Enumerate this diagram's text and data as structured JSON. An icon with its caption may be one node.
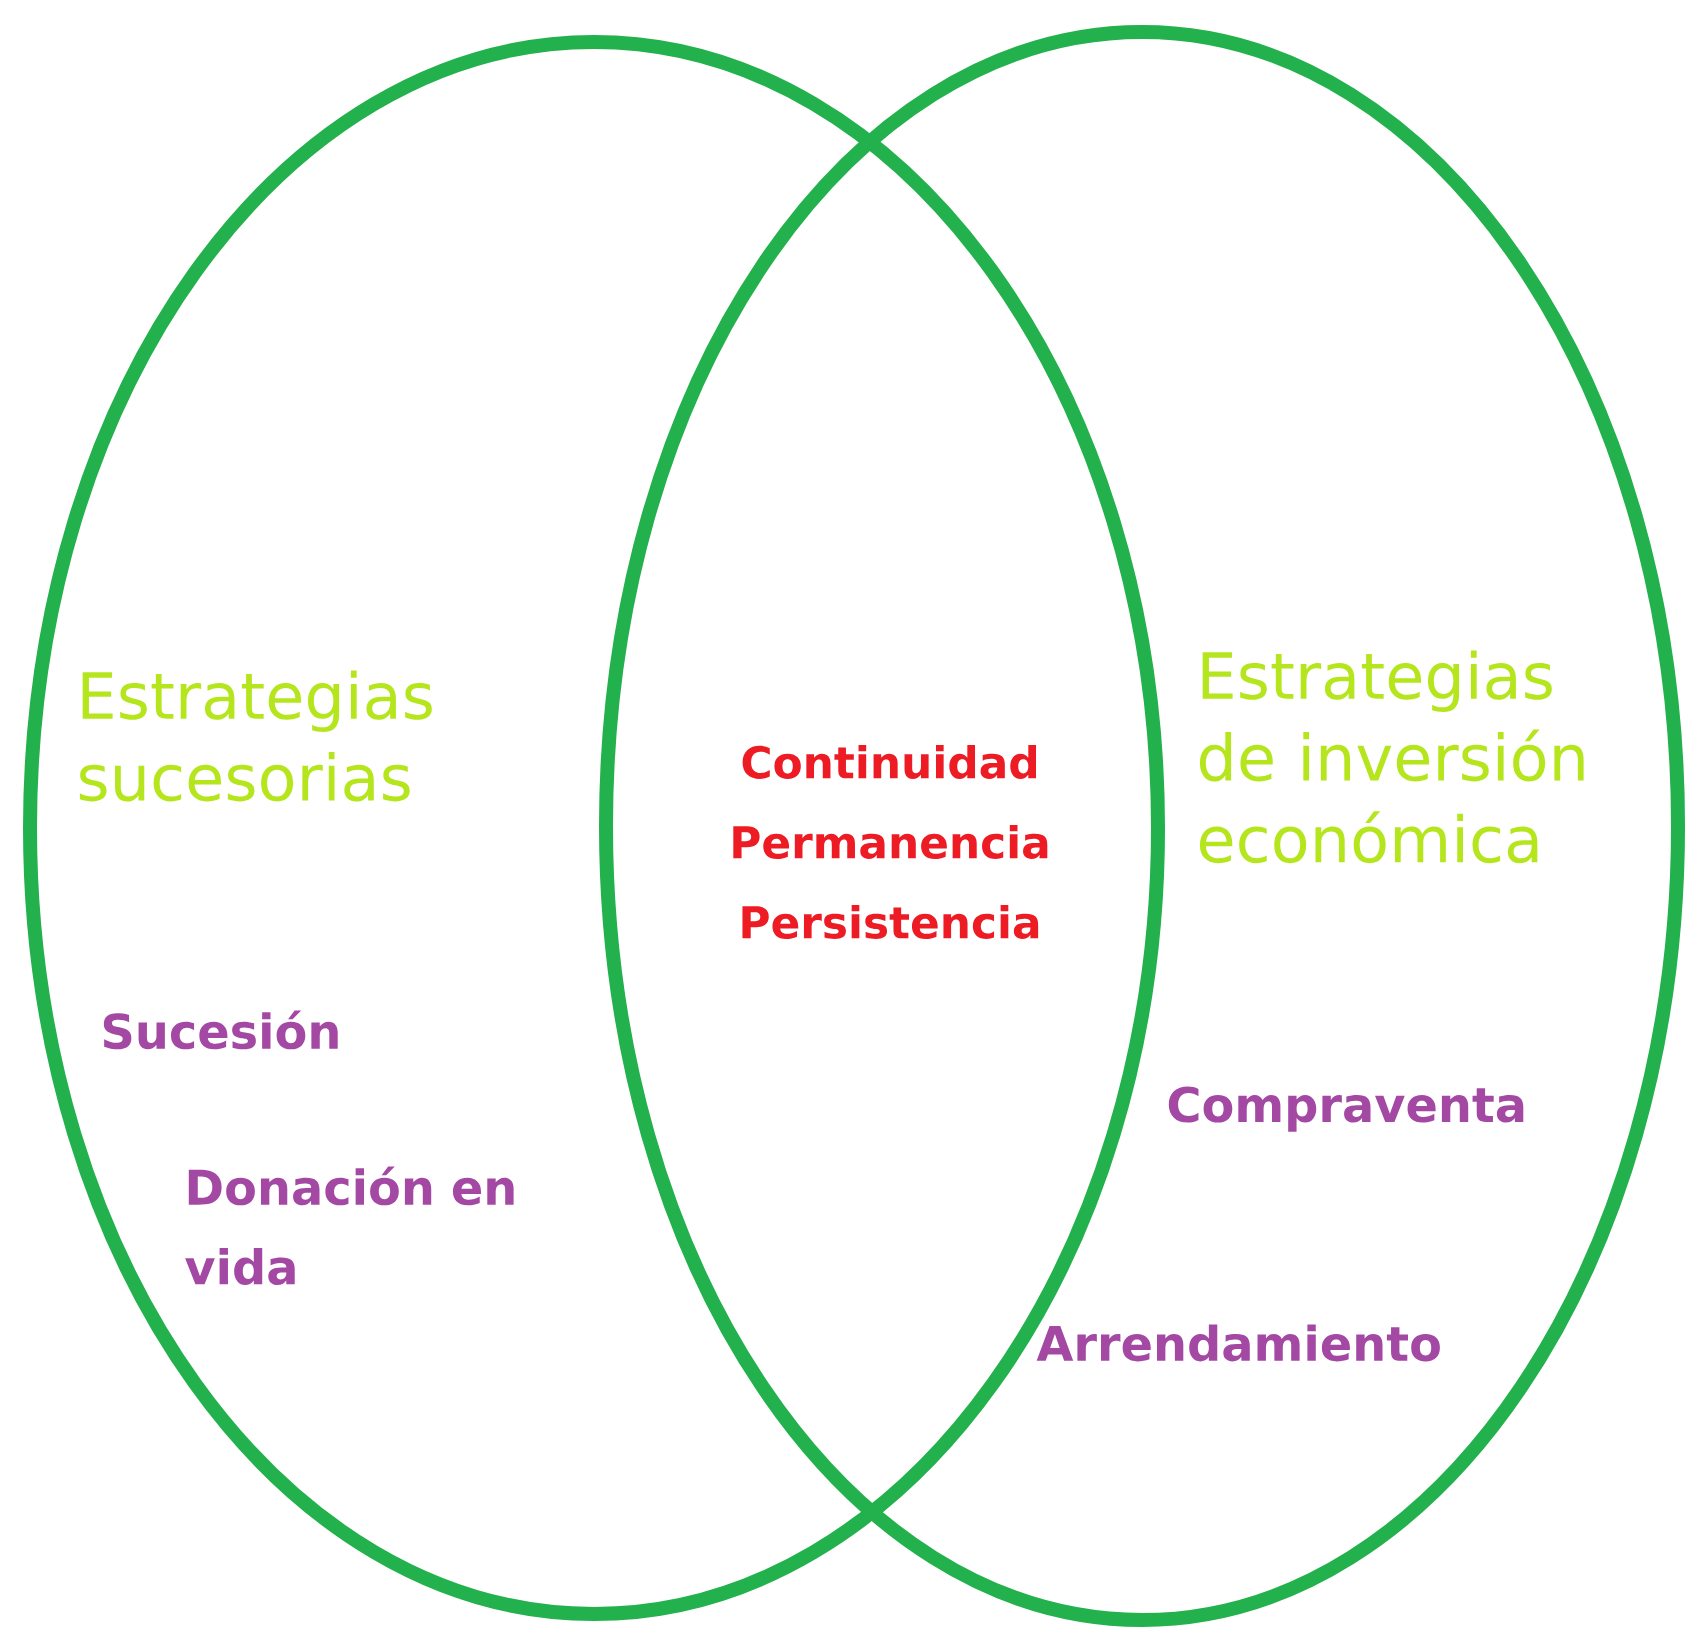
{
  "diagram": {
    "nodes": [
      {
        "text": [
          "Estrategias sucesorias",
          "Sucesión",
          "Donación en vida"
        ]
      },
      {
        "text": [
          "Estrategias de inversión económica",
          "Compraventa",
          "Arrendamiento"
        ]
      }
    ],
    "labels": [
      "Continuidad",
      "Permanencia",
      "Persistencia"
    ]
  }
}
